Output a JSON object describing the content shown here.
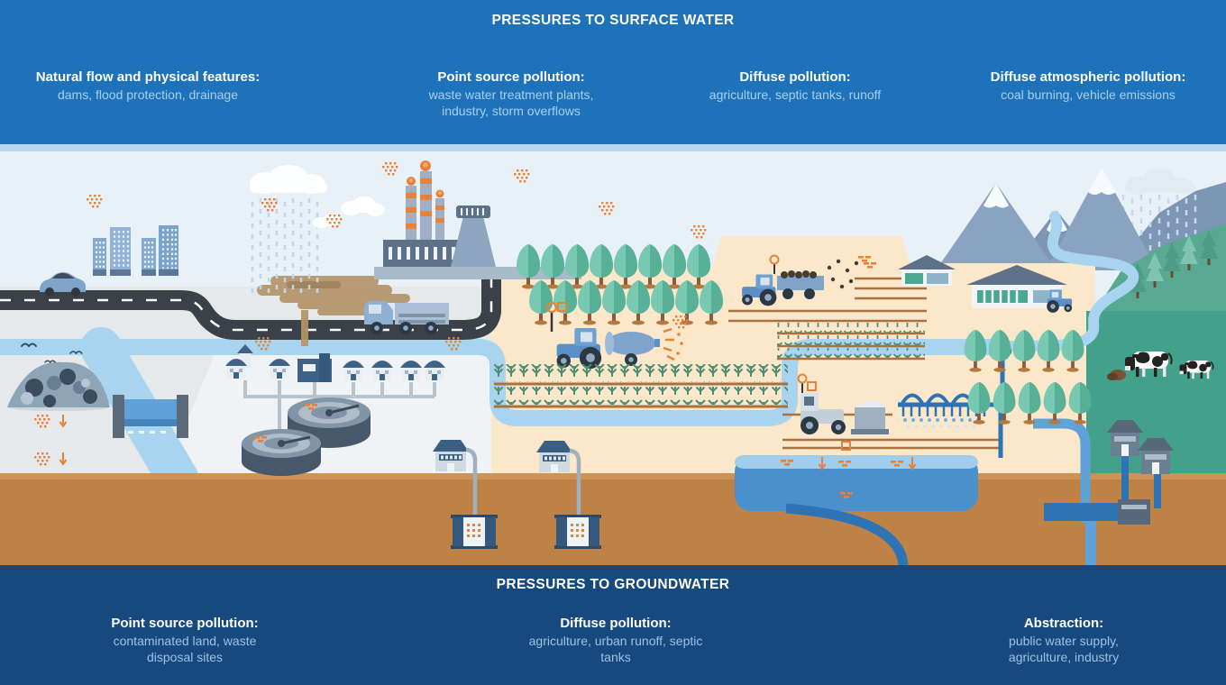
{
  "top_banner": {
    "title": "PRESSURES TO SURFACE WATER",
    "columns": [
      {
        "heading": "Natural flow and physical features:",
        "detail": "dams, flood protection, drainage"
      },
      {
        "heading": "Point source pollution:",
        "detail": "waste water treatment plants, industry, storm overflows"
      },
      {
        "heading": "Diffuse pollution:",
        "detail": "agriculture, septic tanks, runoff"
      },
      {
        "heading": "Diffuse atmospheric pollution:",
        "detail": "coal burning, vehicle emissions"
      }
    ]
  },
  "bottom_banner": {
    "title": "PRESSURES TO GROUNDWATER",
    "columns": [
      {
        "heading": "Point source pollution:",
        "detail": "contaminated land, waste disposal sites"
      },
      {
        "heading": "Diffuse pollution:",
        "detail": "agriculture, urban runoff, septic tanks"
      },
      {
        "heading": "Abstraction:",
        "detail": "public water supply, agriculture, industry"
      }
    ]
  },
  "palette": {
    "surface_banner": "#1d72b9",
    "groundwater_banner": "#17497e",
    "divider": "#b9d8f1",
    "heading_text": "#ffffff",
    "surface_subtext": "#abcfee",
    "groundwater_subtext": "#9cc2e6",
    "sky": "#e9f1f8",
    "farmland": "#fbe7c9",
    "pasture_green": "#42a08b",
    "soil_brown": "#bf8246",
    "river_blue": "#a9d4ef",
    "deep_water": "#4a90cc",
    "pipe_blue": "#2e74b5",
    "road_dark": "#3b4148",
    "pollution_orange": "#e8823b",
    "tree_teal": "#79c8b2",
    "mountain_slate": "#8aa3c1"
  },
  "scene": {
    "elements": [
      "city-buildings",
      "car",
      "road",
      "rain-cloud",
      "urban-smog-plume",
      "factory",
      "lorry",
      "orchard-trees",
      "crop-sprayer-tractor",
      "crop-fields",
      "river",
      "dam",
      "landfill-waste-pile",
      "birds",
      "village-houses",
      "waste-water-treatment-tanks",
      "septic-houses",
      "buried-septic-tanks",
      "manure-spreader-tractor",
      "farmhouse",
      "irrigation-rig",
      "groundwater-aquifer",
      "abstraction-well-houses",
      "water-pipes",
      "mountains",
      "rain-over-mountains",
      "conifer-forest",
      "pasture",
      "cows",
      "pollution-dot-clusters"
    ]
  }
}
